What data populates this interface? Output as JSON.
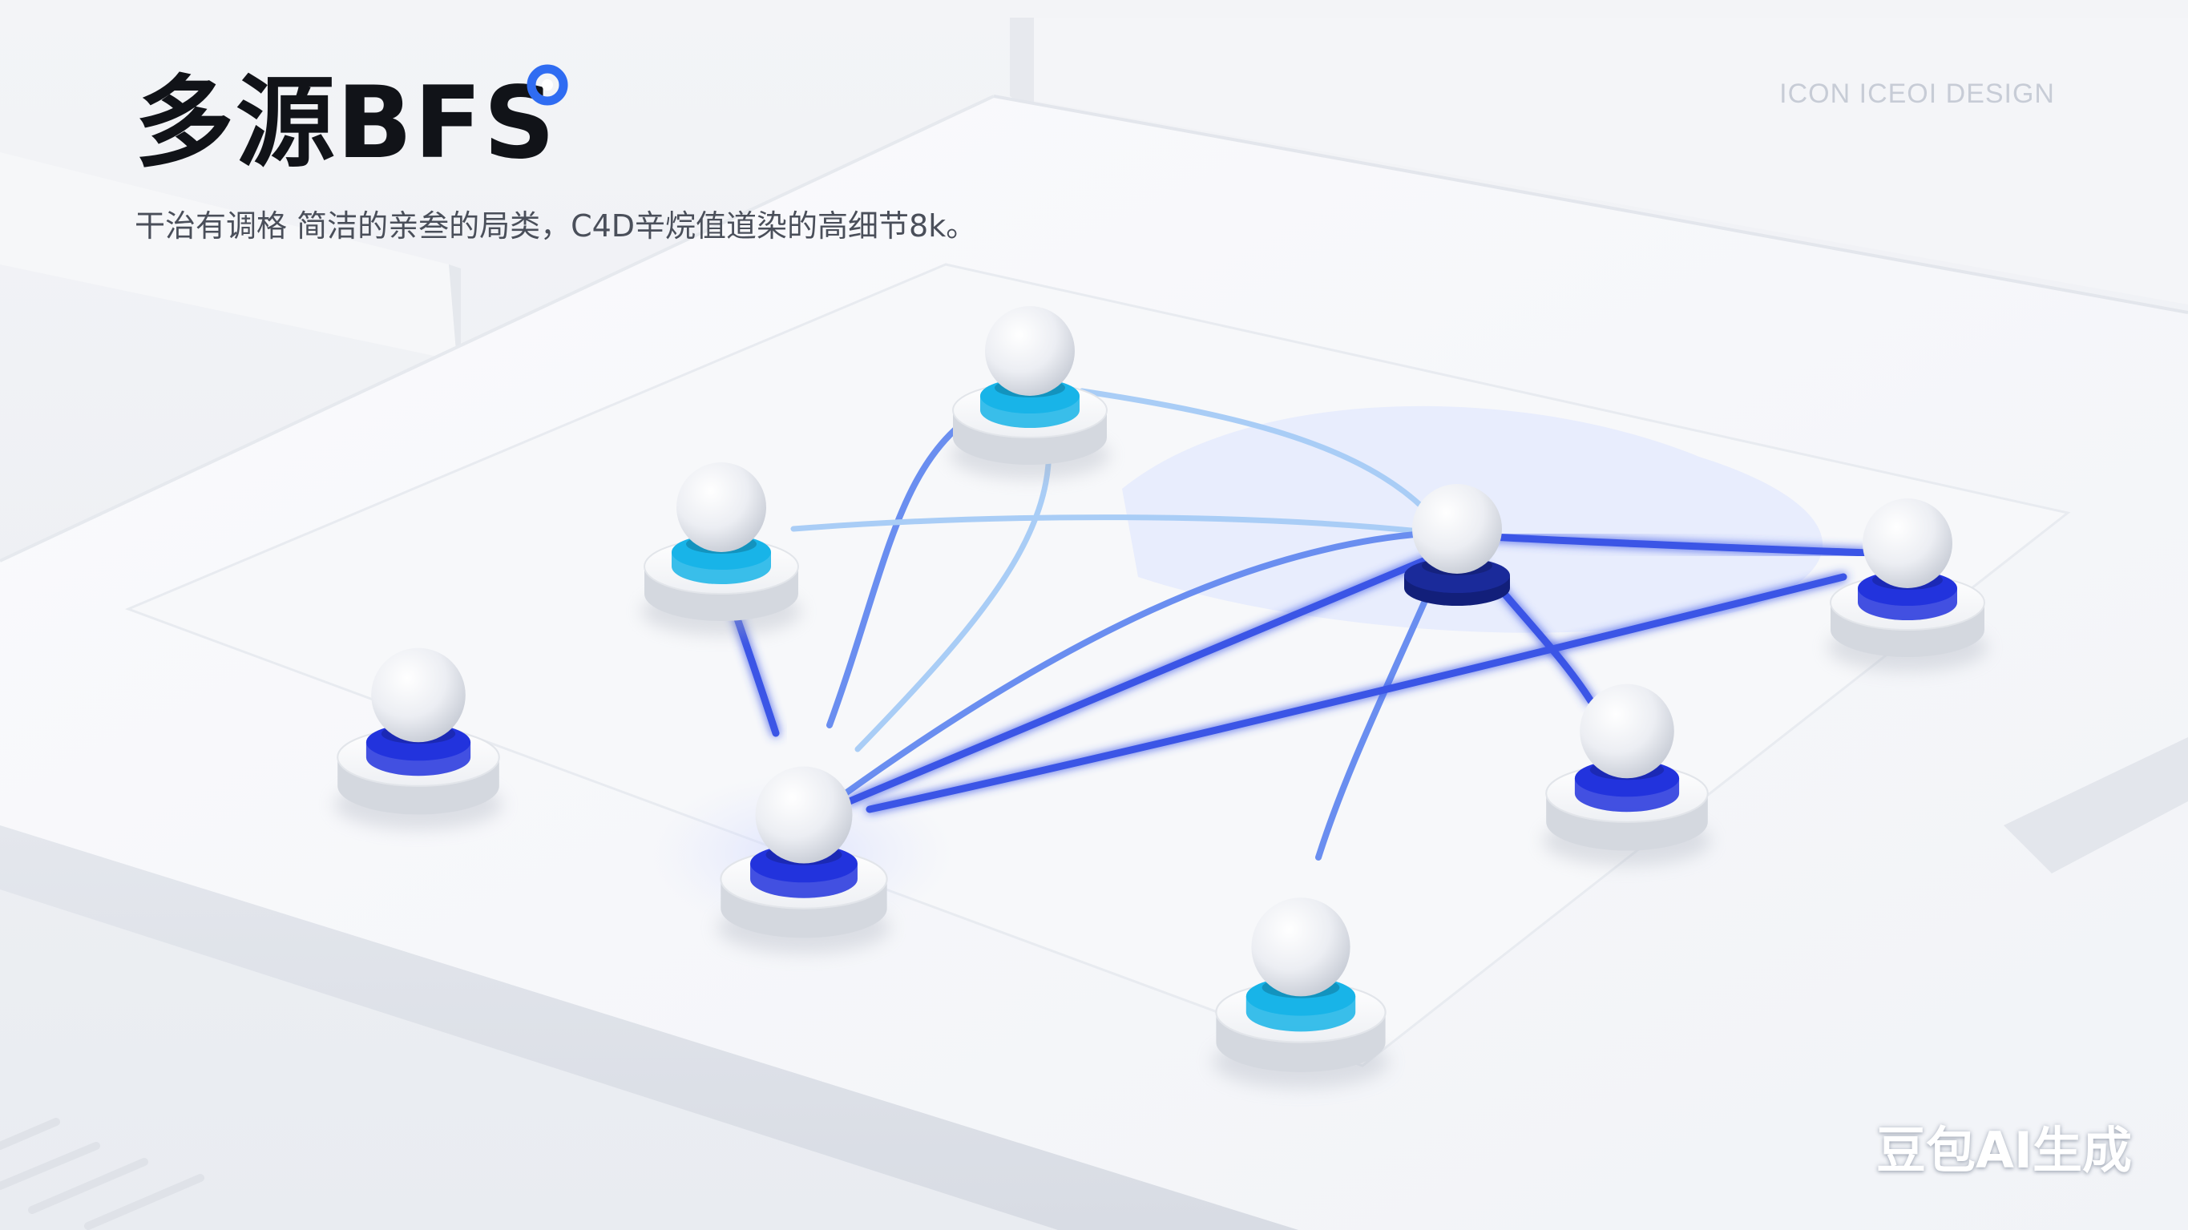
{
  "header": {
    "title": "多源BFS",
    "subtitle": "干治有调格 简洁的亲叁的局类，C4D辛烷值道染的高细节8k。",
    "brand": "ICON ICEOI DESIGN"
  },
  "watermark": "豆包AI生成",
  "colors": {
    "blue": "#2233dd",
    "cyan": "#18b4e8",
    "navy": "#1a2a9a",
    "edge_dark": "#3a55e6",
    "edge_mid": "#6a8ef0",
    "edge_light": "#a9cdf6",
    "accent_ring": "#2f6cf2"
  },
  "graph": {
    "nodes": [
      {
        "id": "top",
        "ring": "cyan"
      },
      {
        "id": "upper-left",
        "ring": "cyan"
      },
      {
        "id": "hub",
        "ring": "navy"
      },
      {
        "id": "right",
        "ring": "blue"
      },
      {
        "id": "far-left",
        "ring": "blue"
      },
      {
        "id": "source",
        "ring": "blue"
      },
      {
        "id": "mid-right",
        "ring": "blue"
      },
      {
        "id": "bottom",
        "ring": "cyan"
      }
    ],
    "edges": [
      {
        "from": "top",
        "to": "hub",
        "tone": "light"
      },
      {
        "from": "top",
        "to": "source",
        "tone": "mid"
      },
      {
        "from": "top",
        "to": "source",
        "tone": "light"
      },
      {
        "from": "upper-left",
        "to": "hub",
        "tone": "light"
      },
      {
        "from": "upper-left",
        "to": "source",
        "tone": "dark"
      },
      {
        "from": "hub",
        "to": "right",
        "tone": "dark"
      },
      {
        "from": "hub",
        "to": "source",
        "tone": "mid"
      },
      {
        "from": "hub",
        "to": "source",
        "tone": "dark"
      },
      {
        "from": "hub",
        "to": "mid-right",
        "tone": "dark"
      },
      {
        "from": "hub",
        "to": "bottom",
        "tone": "mid"
      },
      {
        "from": "right",
        "to": "source",
        "tone": "dark"
      }
    ]
  }
}
